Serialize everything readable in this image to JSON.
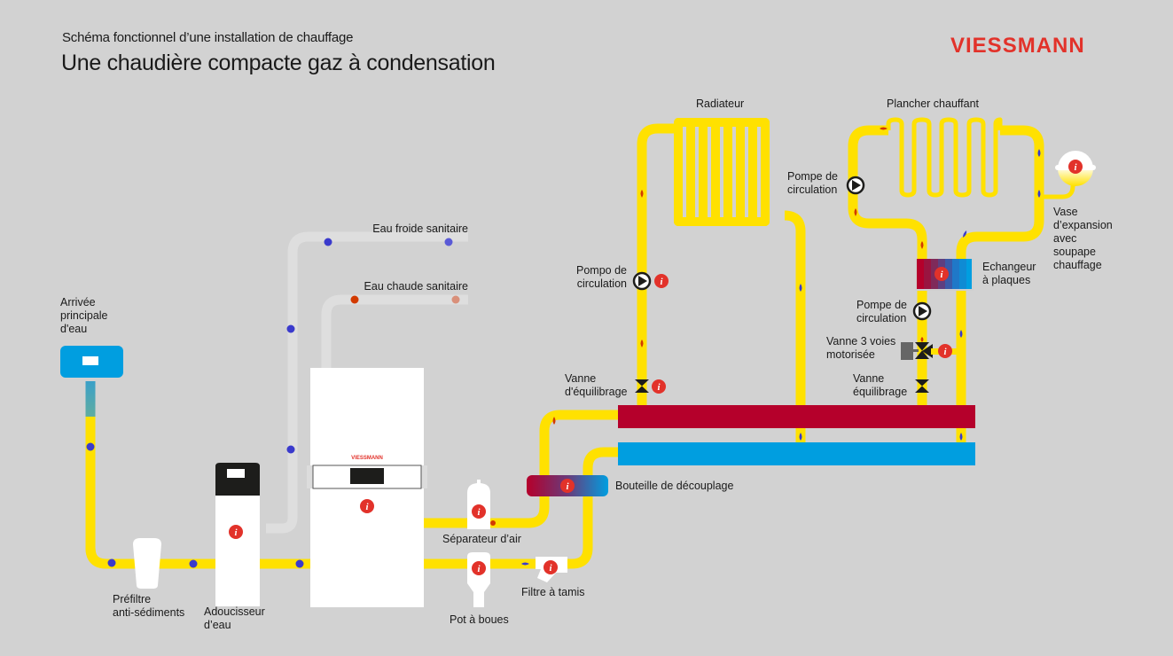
{
  "header": {
    "subtitle": "Schéma fonctionnel d’une installation de chauffage",
    "title": "Une chaudière compacte gaz à condensation",
    "brand": "VIESSMANN"
  },
  "colors": {
    "background": "#d2d2d2",
    "pipe_heating": "#ffe100",
    "pipe_sanitary": "#dedede",
    "hot_red": "#b5002b",
    "cold_blue": "#009ee0",
    "flow_dot_blue": "#3a3acc",
    "flow_dot_red": "#d23a00",
    "info_red": "#e2322a",
    "brand_red": "#e2322a"
  },
  "components": {
    "main_inlet": {
      "lines": [
        "Arrivée",
        "principale",
        "d'eau"
      ]
    },
    "prefilter": {
      "lines": [
        "Préfiltre",
        "anti-sédiments"
      ]
    },
    "softener": {
      "lines": [
        "Adoucisseur",
        "d’eau"
      ]
    },
    "cold_water": {
      "label": "Eau froide sanitaire"
    },
    "hot_water": {
      "label": "Eau chaude sanitaire"
    },
    "boiler": {
      "brand": "VIESSMANN"
    },
    "air_separator": {
      "label": "Séparateur d’air"
    },
    "sludge_pot": {
      "label": "Pot à boues"
    },
    "strainer": {
      "label": "Filtre à tamis"
    },
    "decoupling_bottle": {
      "label": "Bouteille de découplage"
    },
    "pump_radiator": {
      "lines": [
        "Pompo de",
        "circulation"
      ]
    },
    "balancing_valve_radiator": {
      "lines": [
        "Vanne",
        "d'équilibrage"
      ]
    },
    "radiator": {
      "label": "Radiateur"
    },
    "floor_heating": {
      "label": "Plancher chauffant"
    },
    "pump_floor": {
      "lines": [
        "Pompe de",
        "circulation"
      ]
    },
    "expansion_vessel": {
      "lines": [
        "Vase",
        "d’expansion",
        "avec",
        "soupape",
        "chauffage"
      ]
    },
    "plate_exchanger": {
      "lines": [
        "Echangeur",
        "à plaques"
      ]
    },
    "pump_exchanger": {
      "lines": [
        "Pompe de",
        "circulation"
      ]
    },
    "three_way_valve": {
      "lines": [
        "Vanne 3 voies",
        "motorisée"
      ]
    },
    "balancing_valve_floor": {
      "lines": [
        "Vanne",
        "équilibrage"
      ]
    }
  }
}
